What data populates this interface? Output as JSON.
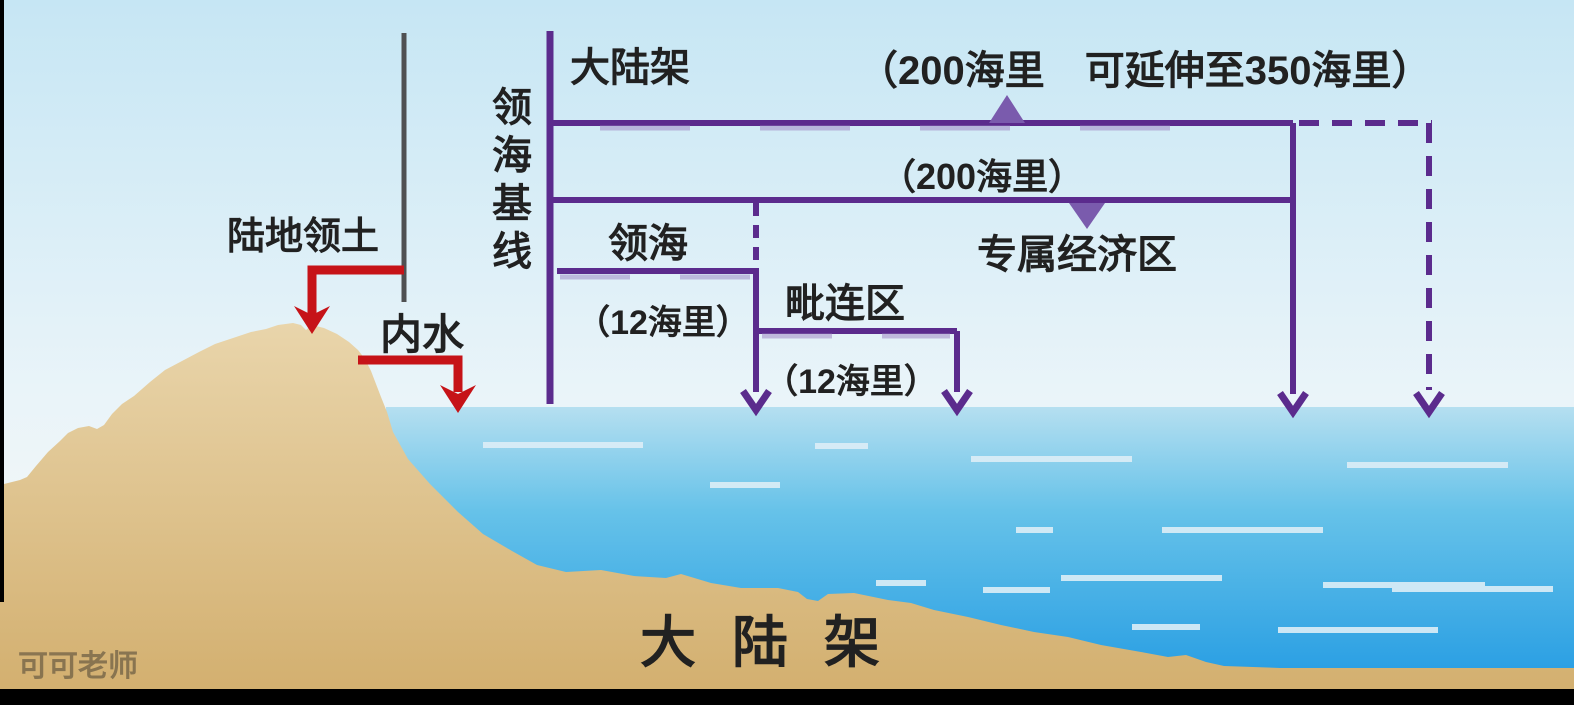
{
  "diagram": {
    "description": "Schematic of maritime zones measured from the territorial sea baseline",
    "labels": {
      "land_territory": "陆地领土",
      "internal_waters": "内水",
      "territorial_sea_baseline": "领海基线",
      "continental_shelf_top": "大陆架",
      "continental_shelf_limit": "（200海里　可延伸至350海里）",
      "eez_distance": "（200海里）",
      "exclusive_economic_zone": "专属经济区",
      "territorial_sea": "领海",
      "territorial_sea_distance": "（12海里）",
      "contiguous_zone": "毗连区",
      "contiguous_zone_distance": "（12海里）",
      "continental_shelf_seabed": "大陆架",
      "watermark": "可可老师"
    },
    "zones": [
      {
        "name": "内水",
        "extent": "陆地领土与领海基线之间"
      },
      {
        "name": "领海",
        "extent": "（12海里）"
      },
      {
        "name": "毗连区",
        "extent": "（12海里）"
      },
      {
        "name": "专属经济区",
        "extent": "（200海里）"
      },
      {
        "name": "大陆架",
        "extent": "（200海里　可延伸至350海里）"
      }
    ],
    "colors": {
      "line_purple": "#5b2b8d",
      "marker_purple": "#7a5bad",
      "arrow_red": "#c61318",
      "boundary_gray": "#4f5052",
      "sky_top": "#c6e6f4",
      "water_deep": "#1e98e2",
      "sand": "#e7d2a6",
      "text": "#212121"
    }
  }
}
